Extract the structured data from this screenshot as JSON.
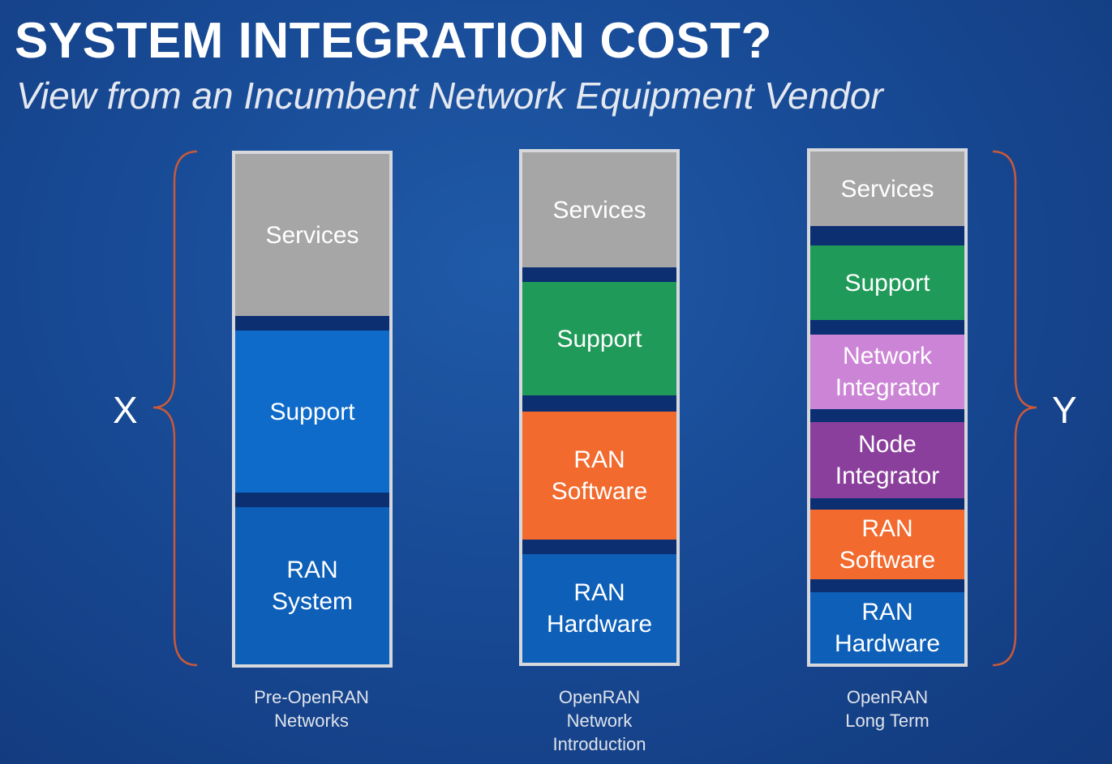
{
  "title": "SYSTEM INTEGRATION COST?",
  "subtitle": "View from an Incumbent Network Equipment Vendor",
  "left_label": "X",
  "right_label": "Y",
  "colors": {
    "services": "#a6a6a6",
    "support_blue": "#0e6bc9",
    "ran_blue": "#0d5fb8",
    "support_green": "#1f9a58",
    "ran_software": "#f26a2e",
    "network_integrator": "#cc85d6",
    "node_integrator": "#8b3f9c",
    "brace": "#c85a3a"
  },
  "columns": [
    {
      "caption": "Pre-OpenRAN\nNetworks",
      "blocks": [
        {
          "label": "Services",
          "color": "#a6a6a6"
        },
        {
          "label": "Support",
          "color": "#0e6bc9"
        },
        {
          "label": "RAN\nSystem",
          "color": "#0d5fb8"
        }
      ]
    },
    {
      "caption": "OpenRAN\nNetwork\nIntroduction",
      "blocks": [
        {
          "label": "Services",
          "color": "#a6a6a6"
        },
        {
          "label": "Support",
          "color": "#1f9a58"
        },
        {
          "label": "RAN\nSoftware",
          "color": "#f26a2e"
        },
        {
          "label": "RAN\nHardware",
          "color": "#0d5fb8"
        }
      ]
    },
    {
      "caption": "OpenRAN\nLong Term",
      "blocks": [
        {
          "label": "Services",
          "color": "#a6a6a6"
        },
        {
          "label": "Support",
          "color": "#1f9a58"
        },
        {
          "label": "Network\nIntegrator",
          "color": "#cc85d6"
        },
        {
          "label": "Node\nIntegrator",
          "color": "#8b3f9c"
        },
        {
          "label": "RAN\nSoftware",
          "color": "#f26a2e"
        },
        {
          "label": "RAN\nHardware",
          "color": "#0d5fb8"
        }
      ]
    }
  ]
}
